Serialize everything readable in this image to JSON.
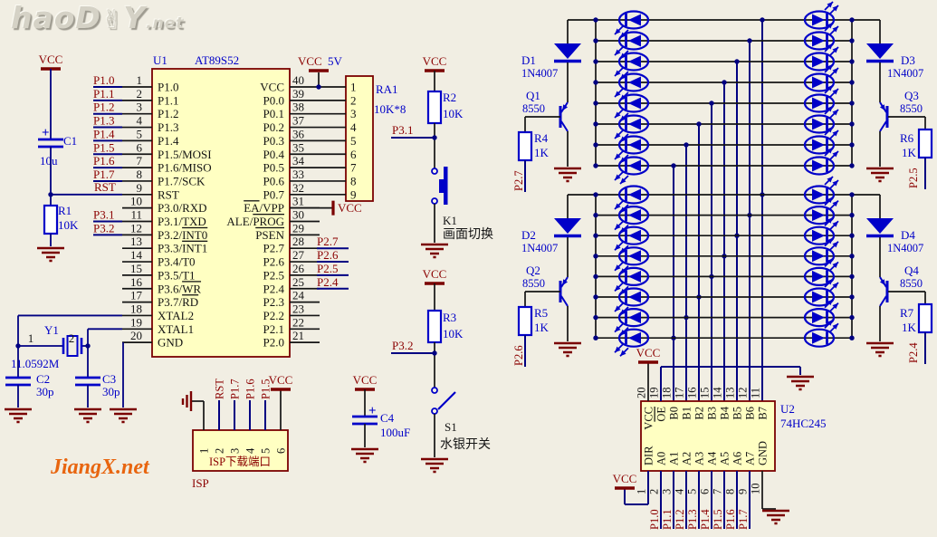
{
  "logo": {
    "part1": "haoD",
    "hand_icon": "✌",
    "part2": "Y",
    "suffix": ".net"
  },
  "watermark": "JiangX.net",
  "power": {
    "vcc": "VCC",
    "vcc_5v": "5V"
  },
  "u1": {
    "ref": "U1",
    "part": "AT89S52",
    "left_pins": [
      {
        "n": "1",
        "label": "P1.0",
        "net": "P1.0"
      },
      {
        "n": "2",
        "label": "P1.1",
        "net": "P1.1"
      },
      {
        "n": "3",
        "label": "P1.2",
        "net": "P1.2"
      },
      {
        "n": "4",
        "label": "P1.3",
        "net": "P1.3"
      },
      {
        "n": "5",
        "label": "P1.4",
        "net": "P1.4"
      },
      {
        "n": "6",
        "label": "P1.5/MOSI",
        "net": "P1.5"
      },
      {
        "n": "7",
        "label": "P1.6/MISO",
        "net": "P1.6"
      },
      {
        "n": "8",
        "label": "P1.7/SCK",
        "net": "P1.7"
      },
      {
        "n": "9",
        "label": "RST",
        "net": "RST"
      },
      {
        "n": "10",
        "label": "P3.0/RXD"
      },
      {
        "n": "11",
        "label": "P3.1/TXD",
        "net": "P3.1"
      },
      {
        "n": "12",
        "label": "P3.2/INT0",
        "ol": "INT0",
        "net": "P3.2"
      },
      {
        "n": "13",
        "label": "P3.3/INT1",
        "ol": "INT1"
      },
      {
        "n": "14",
        "label": "P3.4/T0"
      },
      {
        "n": "15",
        "label": "P3.5/T1"
      },
      {
        "n": "16",
        "label": "P3.6/WR",
        "ol": "WR"
      },
      {
        "n": "17",
        "label": "P3.7/RD",
        "ol": "RD"
      },
      {
        "n": "18",
        "label": "XTAL2"
      },
      {
        "n": "19",
        "label": "XTAL1"
      },
      {
        "n": "20",
        "label": "GND"
      }
    ],
    "right_pins": [
      {
        "n": "40",
        "label": "VCC"
      },
      {
        "n": "39",
        "label": "P0.0"
      },
      {
        "n": "38",
        "label": "P0.1"
      },
      {
        "n": "37",
        "label": "P0.2"
      },
      {
        "n": "36",
        "label": "P0.3"
      },
      {
        "n": "35",
        "label": "P0.4"
      },
      {
        "n": "34",
        "label": "P0.5"
      },
      {
        "n": "33",
        "label": "P0.6"
      },
      {
        "n": "32",
        "label": "P0.7"
      },
      {
        "n": "31",
        "label": "EA/VPP",
        "ol": "EA"
      },
      {
        "n": "30",
        "label": "ALE/PROG",
        "ol": "PROG"
      },
      {
        "n": "29",
        "label": "PSEN",
        "ol": "PSEN"
      },
      {
        "n": "28",
        "label": "P2.7",
        "net": "P2.7"
      },
      {
        "n": "27",
        "label": "P2.6",
        "net": "P2.6"
      },
      {
        "n": "26",
        "label": "P2.5",
        "net": "P2.5"
      },
      {
        "n": "25",
        "label": "P2.4",
        "net": "P2.4"
      },
      {
        "n": "24",
        "label": "P2.3"
      },
      {
        "n": "23",
        "label": "P2.2"
      },
      {
        "n": "22",
        "label": "P2.1"
      },
      {
        "n": "21",
        "label": "P2.0"
      }
    ]
  },
  "ra1": {
    "ref": "RA1",
    "value": "10K*8",
    "pins": [
      "1",
      "2",
      "3",
      "4",
      "5",
      "6",
      "7",
      "8",
      "9"
    ]
  },
  "r1": {
    "ref": "R1",
    "value": "10K"
  },
  "r2": {
    "ref": "R2",
    "value": "10K",
    "net": "P3.1"
  },
  "r3": {
    "ref": "R3",
    "value": "10K",
    "net": "P3.2"
  },
  "r4": {
    "ref": "R4",
    "value": "1K",
    "net": "P2.7"
  },
  "r5": {
    "ref": "R5",
    "value": "1K",
    "net": "P2.6"
  },
  "r6": {
    "ref": "R6",
    "value": "1K",
    "net": "P2.5"
  },
  "r7": {
    "ref": "R7",
    "value": "1K",
    "net": "P2.4"
  },
  "c1": {
    "ref": "C1",
    "value": "10u",
    "plus": "+"
  },
  "c2": {
    "ref": "C2",
    "value": "30p"
  },
  "c3": {
    "ref": "C3",
    "value": "30p"
  },
  "c4": {
    "ref": "C4",
    "value": "100uF",
    "plus": "+"
  },
  "y1": {
    "ref": "Y1",
    "value": "11.0592M",
    "pin1": "1",
    "pin2": "2"
  },
  "k1": {
    "ref": "K1",
    "label": "画面切换"
  },
  "s1": {
    "ref": "S1",
    "label": "水银开关"
  },
  "d1": {
    "ref": "D1",
    "part": "1N4007"
  },
  "d2": {
    "ref": "D2",
    "part": "1N4007"
  },
  "d3": {
    "ref": "D3",
    "part": "1N4007"
  },
  "d4": {
    "ref": "D4",
    "part": "1N4007"
  },
  "q1": {
    "ref": "Q1",
    "part": "8550"
  },
  "q2": {
    "ref": "Q2",
    "part": "8550"
  },
  "q3": {
    "ref": "Q3",
    "part": "8550"
  },
  "q4": {
    "ref": "Q4",
    "part": "8550"
  },
  "rst_net": "RST",
  "u2": {
    "ref": "U2",
    "part": "74HC245",
    "top_pins": [
      {
        "n": "20",
        "label": "VCC"
      },
      {
        "n": "19",
        "label": "OE",
        "ol": "OE"
      },
      {
        "n": "18",
        "label": "B0"
      },
      {
        "n": "17",
        "label": "B1"
      },
      {
        "n": "16",
        "label": "B2"
      },
      {
        "n": "15",
        "label": "B3"
      },
      {
        "n": "14",
        "label": "B4"
      },
      {
        "n": "13",
        "label": "B5"
      },
      {
        "n": "12",
        "label": "B6"
      },
      {
        "n": "11",
        "label": "B7"
      }
    ],
    "bottom_pins": [
      {
        "n": "1",
        "label": "DIR"
      },
      {
        "n": "2",
        "label": "A0",
        "net": "P1.0"
      },
      {
        "n": "3",
        "label": "A1",
        "net": "P1.1"
      },
      {
        "n": "4",
        "label": "A2",
        "net": "P1.2"
      },
      {
        "n": "5",
        "label": "A3",
        "net": "P1.3"
      },
      {
        "n": "6",
        "label": "A4",
        "net": "P1.4"
      },
      {
        "n": "7",
        "label": "A5",
        "net": "P1.5"
      },
      {
        "n": "8",
        "label": "A6",
        "net": "P1.6"
      },
      {
        "n": "9",
        "label": "A7",
        "net": "P1.7"
      },
      {
        "n": "10",
        "label": "GND"
      }
    ]
  },
  "isp": {
    "ref": "ISP",
    "title": "ISP下载端口",
    "pin_numbers": [
      "1",
      "2",
      "3",
      "4",
      "5",
      "6"
    ],
    "pin_nets": [
      "GND",
      "RST",
      "P1.7",
      "P1.6",
      "P1.5",
      "VCC"
    ]
  }
}
